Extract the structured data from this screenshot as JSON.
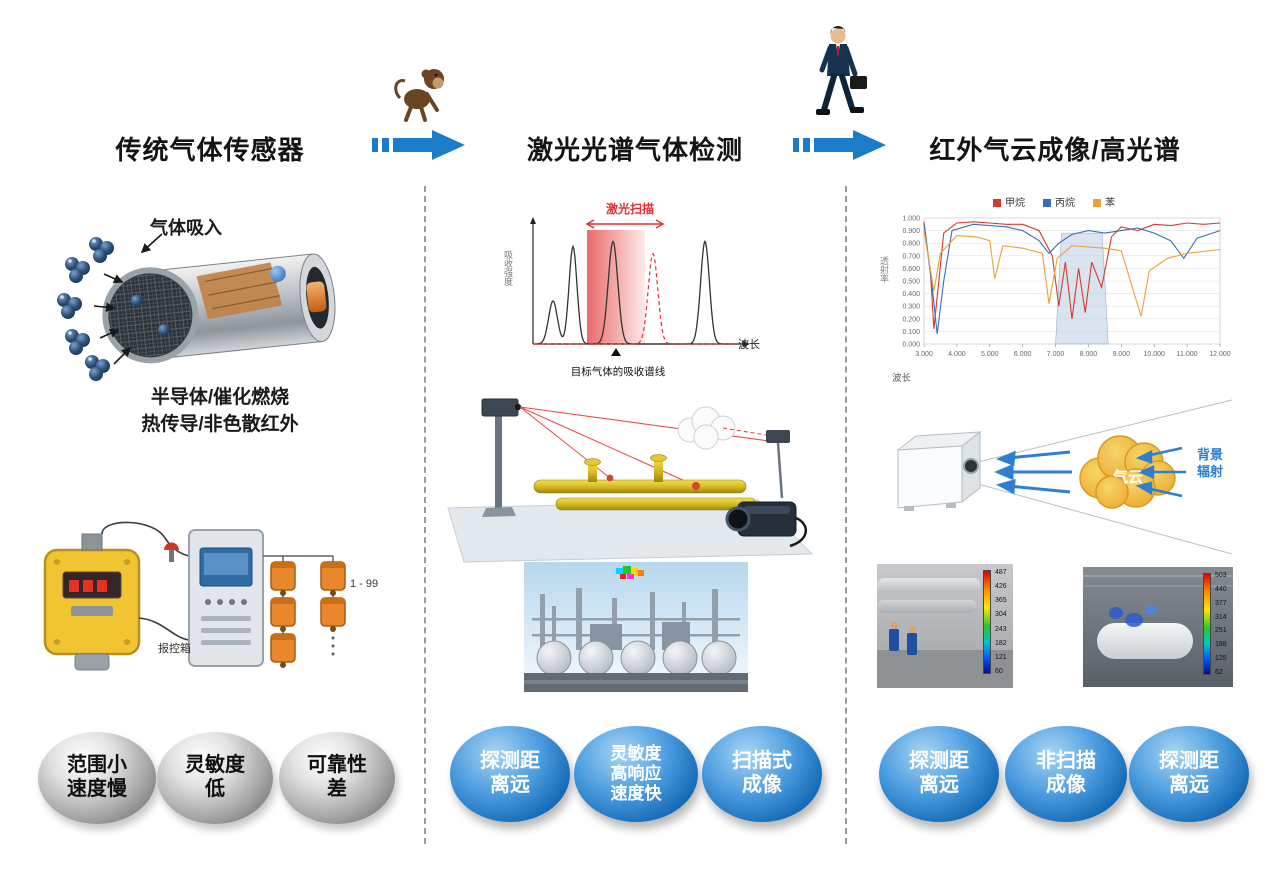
{
  "page": {
    "background": "#ffffff"
  },
  "header": {
    "titles": [
      "传统气体传感器",
      "激光光谱气体检测",
      "红外气云成像/高光谱"
    ],
    "arrow_color": "#1d7cc9"
  },
  "left": {
    "gas_intake": "气体吸入",
    "principles": "半导体/催化燃烧\n热传导/非色散红外",
    "wiring": {
      "range": "1 - 99",
      "cabinet": "报控箱"
    },
    "bubbles": [
      "范围小\n速度慢",
      "灵敏度\n低",
      "可靠性\n差"
    ]
  },
  "middle": {
    "bubbles": [
      "探测距\n离远",
      "灵敏度\n高响应\n速度快",
      "扫描式\n成像"
    ]
  },
  "right": {
    "cloud_label": "气云",
    "background_radiation": "背景\n辐射",
    "thermal_left_scale": [
      "487",
      "426",
      "365",
      "304",
      "243",
      "182",
      "121",
      "60"
    ],
    "thermal_right_scale": [
      "503",
      "440",
      "377",
      "314",
      "251",
      "188",
      "125",
      "62"
    ],
    "bubbles": [
      "探测距\n离远",
      "非扫描\n成像",
      "探测距\n离远"
    ]
  },
  "chart_data": [
    {
      "id": "absorption-spectrum",
      "type": "line",
      "title": "激光扫描",
      "xlabel": "波长",
      "ylabel": "吸收强度",
      "annotation": "目标气体的吸收谱线",
      "peaks": [
        {
          "center": 0.1,
          "height": 0.42,
          "width": 0.022
        },
        {
          "center": 0.2,
          "height": 0.95,
          "width": 0.02
        },
        {
          "center": 0.4,
          "height": 1.0,
          "width": 0.024
        },
        {
          "center": 0.86,
          "height": 1.0,
          "width": 0.022
        }
      ],
      "dashed_peak": {
        "center": 0.6,
        "height": 0.88,
        "width": 0.024
      },
      "scan_band": {
        "x0": 0.27,
        "x1": 0.56
      },
      "colors": {
        "curve": "#333333",
        "band": "#e85050",
        "label": "#e03030"
      }
    },
    {
      "id": "transmission-spectrum",
      "type": "line",
      "xlabel": "波长",
      "ylabel": "透射率",
      "x_range": [
        3,
        12
      ],
      "y_range": [
        0,
        1
      ],
      "x_ticks": [
        "3.000",
        "4.000",
        "5.000",
        "6.000",
        "7.000",
        "8.000",
        "9.000",
        "10.000",
        "11.000",
        "12.000"
      ],
      "y_ticks": [
        "0.000",
        "0.100",
        "0.200",
        "0.300",
        "0.400",
        "0.500",
        "0.600",
        "0.700",
        "0.800",
        "0.900",
        "1.000"
      ],
      "grid": true,
      "legend_position": "top",
      "legend": [
        "甲烷",
        "丙烷",
        "苯"
      ],
      "band": {
        "x0": 7.0,
        "x1": 8.6,
        "top": 0.88,
        "color": "#b9cde4"
      },
      "series": [
        {
          "name": "甲烷",
          "color": "#d23b2e",
          "points": [
            [
              3,
              0.97
            ],
            [
              3.2,
              0.55
            ],
            [
              3.3,
              0.12
            ],
            [
              3.45,
              0.5
            ],
            [
              3.6,
              0.88
            ],
            [
              4,
              0.96
            ],
            [
              4.5,
              0.97
            ],
            [
              5,
              0.96
            ],
            [
              5.5,
              0.95
            ],
            [
              6,
              0.95
            ],
            [
              6.5,
              0.9
            ],
            [
              6.9,
              0.7
            ],
            [
              7.1,
              0.3
            ],
            [
              7.3,
              0.65
            ],
            [
              7.5,
              0.2
            ],
            [
              7.7,
              0.6
            ],
            [
              7.9,
              0.25
            ],
            [
              8.1,
              0.65
            ],
            [
              8.4,
              0.45
            ],
            [
              8.7,
              0.85
            ],
            [
              9,
              0.93
            ],
            [
              9.5,
              0.9
            ],
            [
              10,
              0.95
            ],
            [
              10.5,
              0.94
            ],
            [
              11,
              0.96
            ],
            [
              11.5,
              0.95
            ],
            [
              12,
              0.96
            ]
          ]
        },
        {
          "name": "丙烷",
          "color": "#3a6fb5",
          "points": [
            [
              3,
              0.95
            ],
            [
              3.25,
              0.45
            ],
            [
              3.4,
              0.08
            ],
            [
              3.6,
              0.5
            ],
            [
              3.85,
              0.9
            ],
            [
              4.5,
              0.95
            ],
            [
              5,
              0.94
            ],
            [
              5.5,
              0.93
            ],
            [
              6,
              0.9
            ],
            [
              6.5,
              0.82
            ],
            [
              6.8,
              0.72
            ],
            [
              7.1,
              0.8
            ],
            [
              7.5,
              0.87
            ],
            [
              8,
              0.9
            ],
            [
              8.5,
              0.88
            ],
            [
              9,
              0.9
            ],
            [
              9.5,
              0.92
            ],
            [
              10,
              0.88
            ],
            [
              10.5,
              0.82
            ],
            [
              10.9,
              0.68
            ],
            [
              11.3,
              0.84
            ],
            [
              12,
              0.9
            ]
          ]
        },
        {
          "name": "苯",
          "color": "#e8a23c",
          "points": [
            [
              3,
              0.9
            ],
            [
              3.3,
              0.42
            ],
            [
              3.5,
              0.72
            ],
            [
              4,
              0.86
            ],
            [
              4.6,
              0.85
            ],
            [
              5,
              0.82
            ],
            [
              5.15,
              0.52
            ],
            [
              5.4,
              0.78
            ],
            [
              6,
              0.76
            ],
            [
              6.6,
              0.72
            ],
            [
              6.8,
              0.32
            ],
            [
              7.05,
              0.68
            ],
            [
              7.5,
              0.78
            ],
            [
              8,
              0.77
            ],
            [
              8.5,
              0.76
            ],
            [
              9,
              0.74
            ],
            [
              9.6,
              0.22
            ],
            [
              9.85,
              0.58
            ],
            [
              10.4,
              0.68
            ],
            [
              11,
              0.72
            ],
            [
              12,
              0.75
            ]
          ]
        }
      ]
    }
  ]
}
